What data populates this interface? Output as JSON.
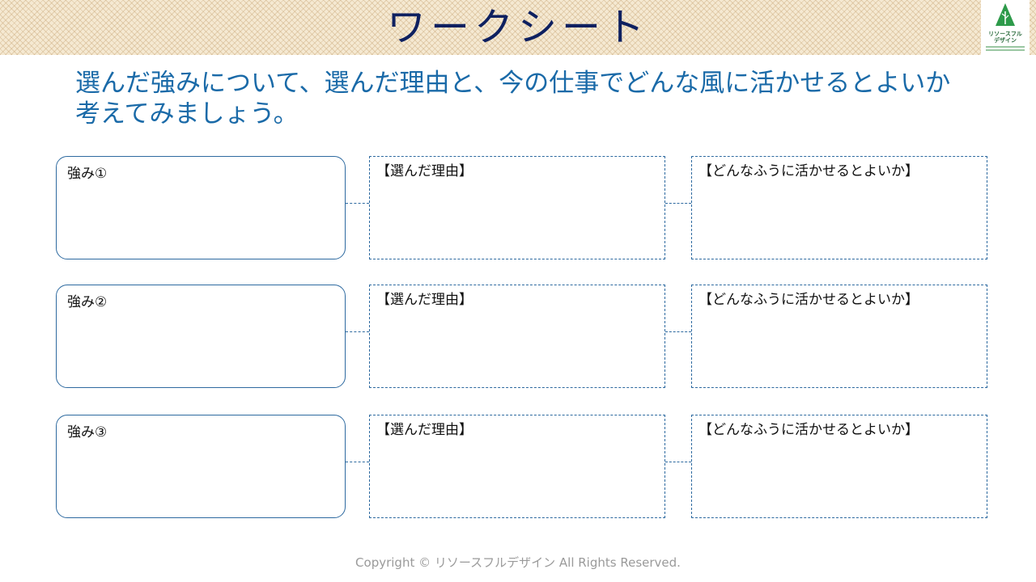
{
  "header": {
    "title": "ワークシート",
    "logo": {
      "line1": "リソースフル",
      "line2": "デザイン",
      "colors": {
        "tree": "#2d9a4a",
        "text": "#2a6b3c"
      }
    }
  },
  "instruction": {
    "line1": "選んだ強みについて、選んだ理由と、今の仕事でどんな風に活かせるとよいか",
    "line2": "考えてみましょう。"
  },
  "rows": [
    {
      "strength_label": "強み①",
      "reason_label": "【選んだ理由】",
      "how_label": "【どんなふうに活かせるとよいか】"
    },
    {
      "strength_label": "強み②",
      "reason_label": "【選んだ理由】",
      "how_label": "【どんなふうに活かせるとよいか】"
    },
    {
      "strength_label": "強み③",
      "reason_label": "【選んだ理由】",
      "how_label": "【どんなふうに活かせるとよいか】"
    }
  ],
  "footer": {
    "copyright": "Copyright © リソースフルデザイン All Rights Reserved."
  },
  "colors": {
    "title": "#0e2060",
    "instruction": "#1a6aa8",
    "box_border": "#2e6aa0",
    "footer": "#9a9a9a"
  }
}
